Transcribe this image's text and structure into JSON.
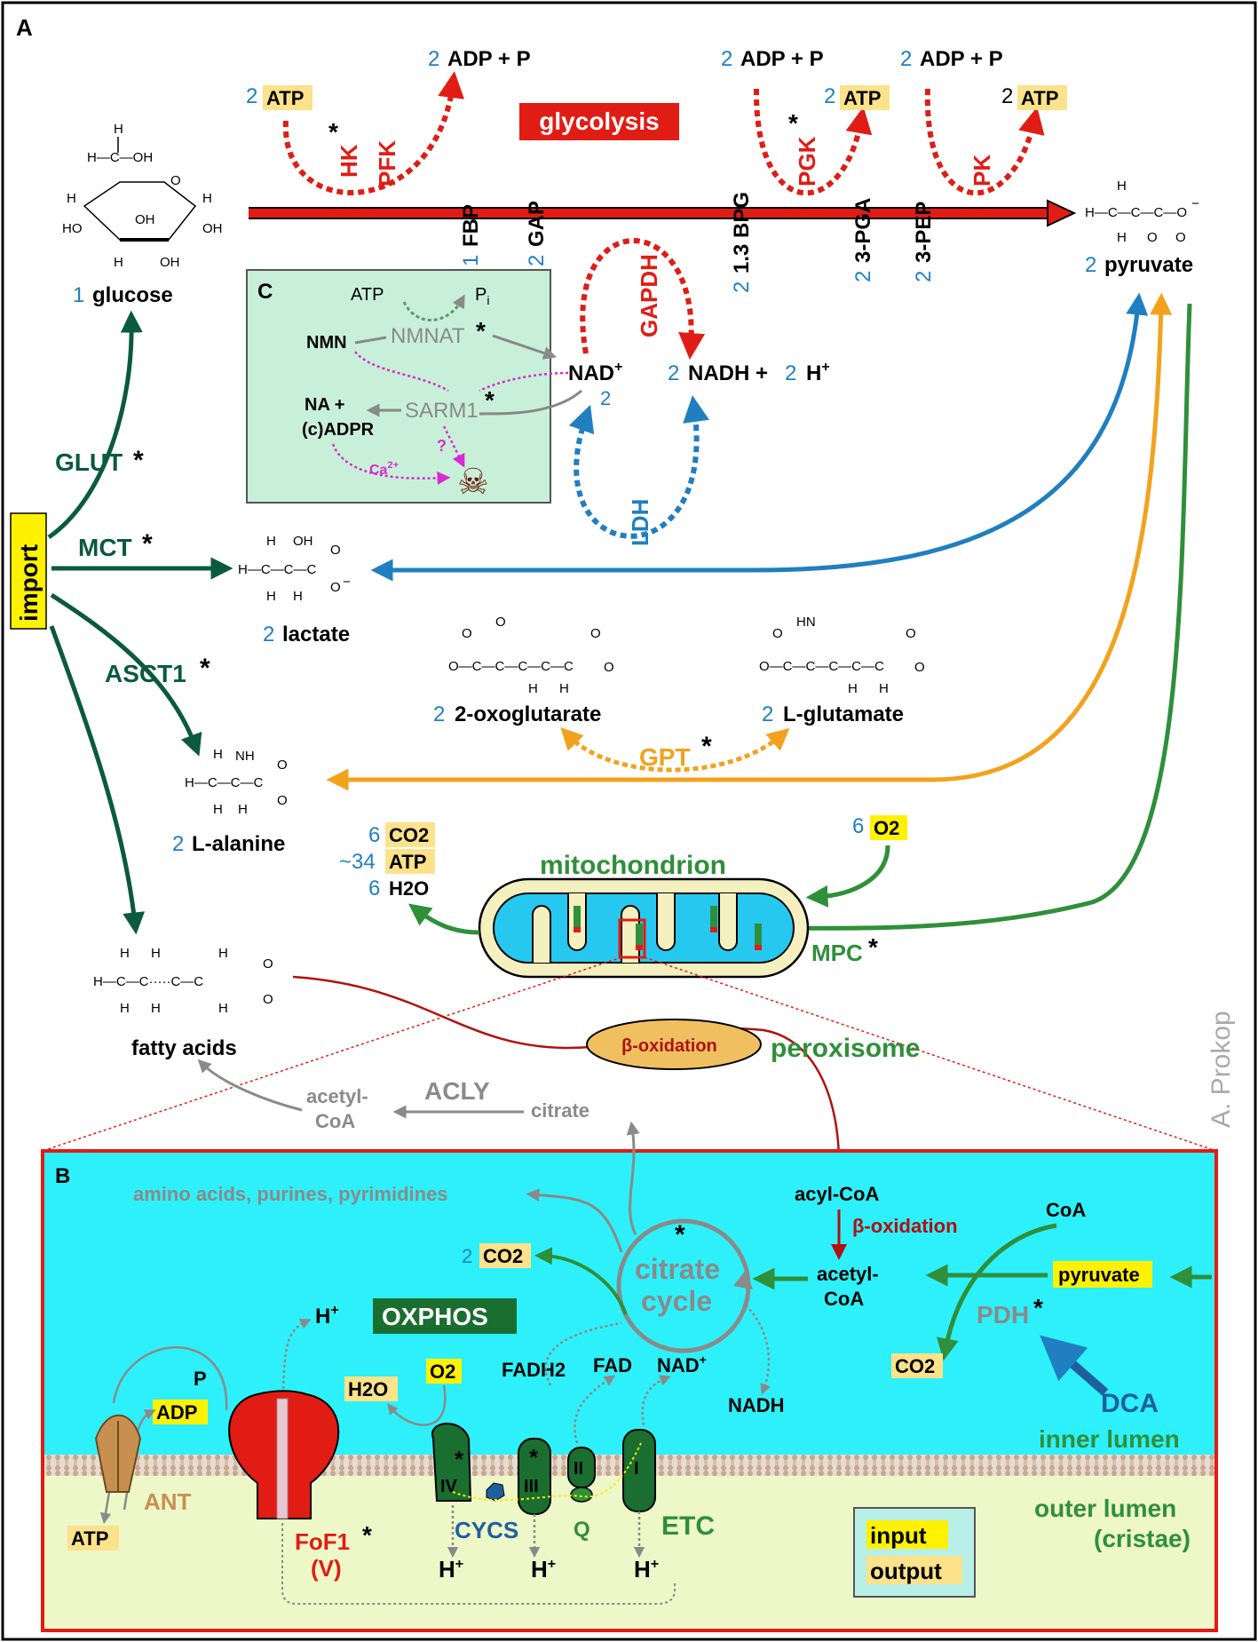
{
  "panel_labels": {
    "a": "A",
    "b": "B",
    "c": "C"
  },
  "author": "A. Prokop",
  "glycolysis": {
    "title": "glycolysis",
    "hk": "HK",
    "pfk": "PFK",
    "star": "*",
    "pgk": "PGK",
    "pk": "PK",
    "gapdh": "GAPDH",
    "ldh": "LDH",
    "atp": "ATP",
    "adp_p": "ADP + P",
    "n1": "1",
    "n2": "2",
    "fbp": "FBP",
    "gap": "GAP",
    "bpg": "1.3 BPG",
    "pga": "3-PGA",
    "pep": "3-PEP",
    "glucose": "glucose",
    "pyruvate": "pyruvate",
    "nad": "NAD",
    "nadh": "NADH +",
    "h": "H"
  },
  "import": {
    "label": "import",
    "glut": "GLUT",
    "mct": "MCT",
    "asct1": "ASCT1",
    "lactate": "lactate",
    "alanine": "L-alanine",
    "fatty_acids": "fatty acids",
    "oxoglutarate": "2-oxoglutarate",
    "glutamate": "L-glutamate",
    "gpt": "GPT"
  },
  "panel_c": {
    "atp": "ATP",
    "pi": "P",
    "pi_sub": "i",
    "nmn": "NMN",
    "nmnat": "NMNAT",
    "sarm1": "SARM1",
    "na": "NA +",
    "adpr": "(c)ADPR",
    "ca": "Ca",
    "ca_sup": "2+",
    "q": "?"
  },
  "mito": {
    "title": "mitochondrion",
    "co2": "CO2",
    "atp": "ATP",
    "h2o": "H2O",
    "n6": "6",
    "n34": "~34",
    "o2": "O2",
    "mpc": "MPC",
    "peroxisome": "peroxisome",
    "beta_ox": "β-oxidation",
    "acly": "ACLY",
    "acetyl": "acetyl-",
    "coa": "CoA",
    "citrate": "citrate"
  },
  "panel_b": {
    "aminoacids": "amino acids, purines, pyrimidines",
    "co2": "CO2",
    "n2": "2",
    "citrate": "citrate",
    "cycle": "cycle",
    "acylcoa": "acyl-CoA",
    "beta_ox": "β-oxidation",
    "acetyl": "acetyl-",
    "coa": "CoA",
    "coa2": "CoA",
    "pyruvate": "pyruvate",
    "pdh": "PDH",
    "dca": "DCA",
    "oxphos": "OXPHOS",
    "h": "H",
    "p": "P",
    "adp": "ADP",
    "atp": "ATP",
    "ant": "ANT",
    "fof1": "FoF1",
    "v": "(V)",
    "h2o": "H2O",
    "o2": "O2",
    "fadh2": "FADH2",
    "fad": "FAD",
    "nad": "NAD",
    "nadh": "NADH",
    "c4": "IV",
    "c3": "III",
    "c2": "II",
    "c1": "I",
    "q": "Q",
    "cycs": "CYCS",
    "etc": "ETC",
    "inner": "inner lumen",
    "outer": "outer lumen",
    "cristae": "(cristae)",
    "input": "input",
    "output": "output"
  },
  "colors": {
    "red": "#e01c14",
    "darkgreen": "#0b5a3f",
    "green": "#2f8f3a",
    "blue": "#1f7fc0",
    "orange": "#f2a21c",
    "grey": "#8a8a8a",
    "cyan": "#2ef0fa",
    "yellow": "#fff200",
    "panelc_bg": "#c8f0d8",
    "outer_bg": "#eef7c8"
  }
}
